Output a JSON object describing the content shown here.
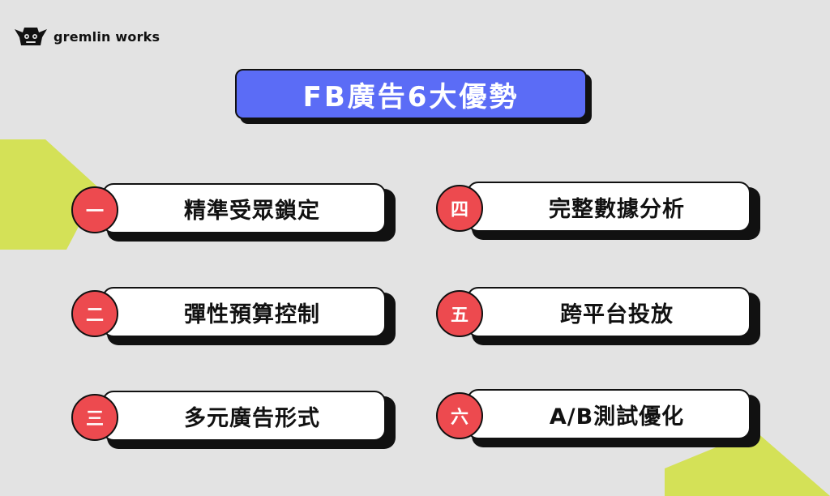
{
  "brand": {
    "logo_text": "gremlin works",
    "logo_icon": "gremlin-mascot-icon"
  },
  "title": "FB廣告6大優勢",
  "colors": {
    "background": "#e3e3e3",
    "accent_blue": "#5b6cf6",
    "badge_red": "#ed4a4f",
    "decor_lime": "#d4e157",
    "outline": "#111111"
  },
  "items": [
    {
      "num": "一",
      "label": "精準受眾鎖定"
    },
    {
      "num": "二",
      "label": "彈性預算控制"
    },
    {
      "num": "三",
      "label": "多元廣告形式"
    },
    {
      "num": "四",
      "label": "完整數據分析"
    },
    {
      "num": "五",
      "label": "跨平台投放"
    },
    {
      "num": "六",
      "label": "A/B測試優化"
    }
  ]
}
